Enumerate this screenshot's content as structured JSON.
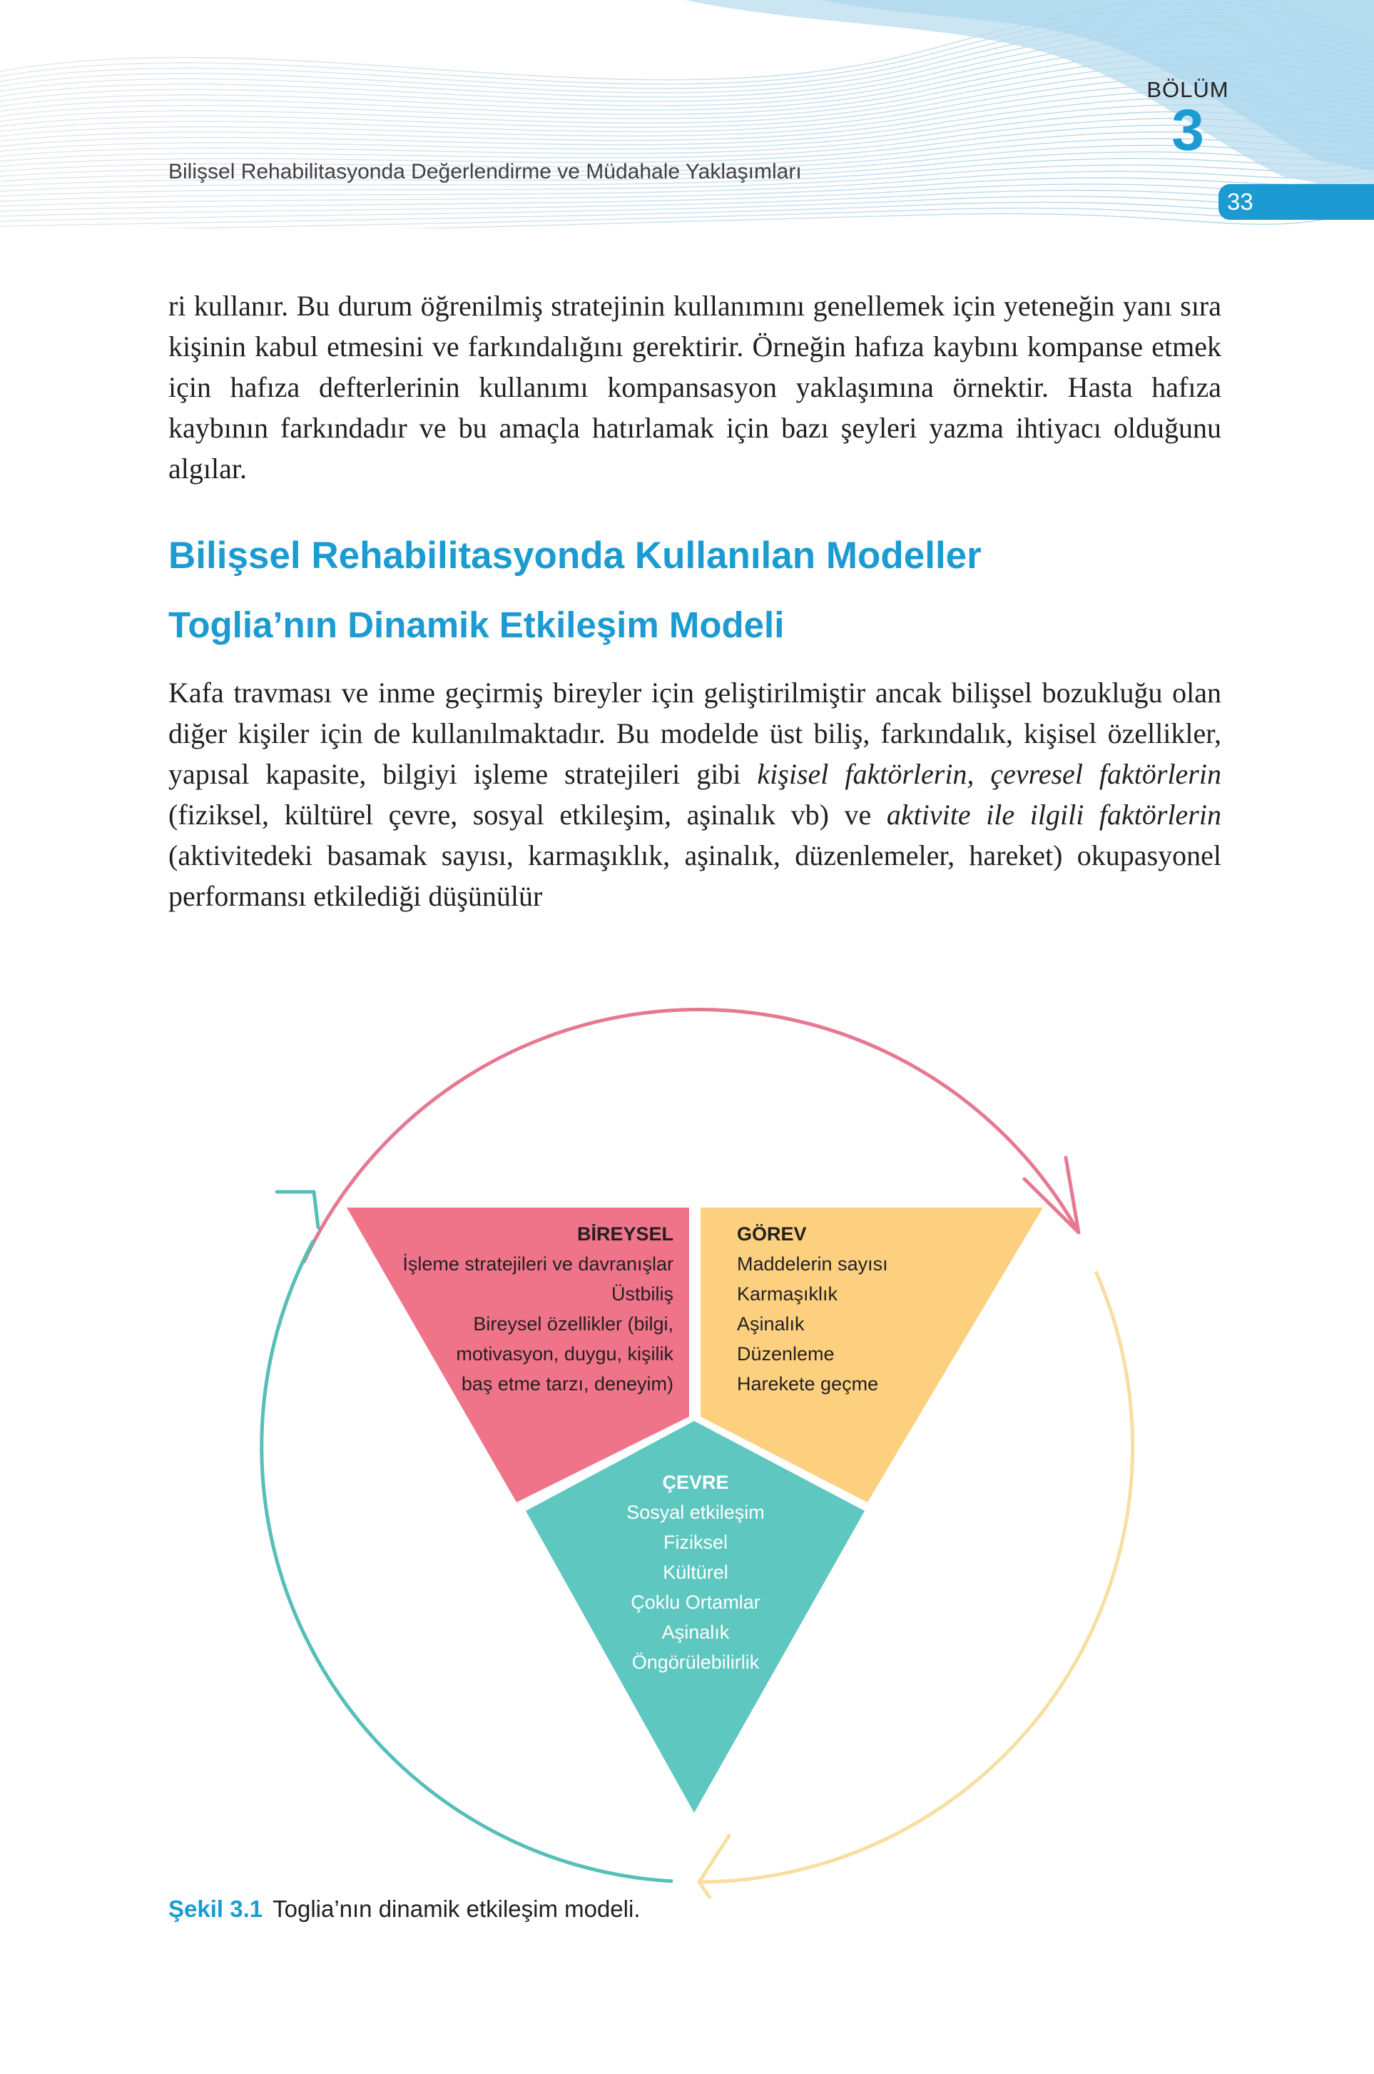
{
  "header": {
    "running_title": "Bilişsel Rehabilitasyonda Değerlendirme ve Müdahale Yaklaşımları",
    "chapter_label": "BÖLÜM",
    "chapter_number": "3",
    "page_number": "33"
  },
  "colors": {
    "accent_blue": "#1b9bd1",
    "bireysel_pink": "#f07489",
    "gorev_yellow": "#fdd080",
    "cevre_teal": "#5ec7c0",
    "arrow_pink": "#e77891",
    "arrow_yellow": "#f7dfa2",
    "arrow_teal": "#56bfb8"
  },
  "paragraph1": "ri kullanır. Bu durum öğrenilmiş stratejinin kullanımını genellemek için yeteneğin yanı sıra kişinin kabul etmesini ve farkındalığını gerektirir. Örneğin hafıza kaybını kompanse etmek için hafıza defterlerinin kullanımı kompansasyon yaklaşımına örnektir. Hasta hafıza kaybının farkındadır ve bu amaçla hatırlamak için bazı şeyleri yazma ihtiyacı olduğunu algılar.",
  "heading1": "Bilişsel Rehabilitasyonda Kullanılan Modeller",
  "heading2": "Toglia’nın Dinamik Etkileşim Modeli",
  "paragraph2": {
    "s1": "Kafa travması ve inme geçirmiş bireyler için geliştirilmiştir ancak bilişsel bozukluğu olan diğer kişiler için de kullanılmaktadır. Bu modelde üst biliş, farkındalık, kişisel özellikler, yapısal kapasite, bilgiyi işleme stratejileri gibi ",
    "e1": "kişisel faktörlerin, çevresel faktörlerin",
    "s2": " (fiziksel, kültürel çevre, sosyal etkileşim, aşinalık vb) ve ",
    "e2": "aktivite ile ilgili faktörlerin",
    "s3": " (aktivitedeki basamak sayısı, karmaşıklık, aşinalık, düzenlemeler, hareket) okupasyonel performansı etkilediği düşünülür"
  },
  "figure": {
    "bireysel": {
      "title": "BİREYSEL",
      "items": [
        "İşleme stratejileri ve davranışlar",
        "Üstbiliş",
        "Bireysel özellikler (bilgi,",
        "motivasyon, duygu, kişilik",
        "baş etme tarzı, deneyim)"
      ]
    },
    "gorev": {
      "title": "GÖREV",
      "items": [
        "Maddelerin sayısı",
        "Karmaşıklık",
        "Aşinalık",
        "Düzenleme",
        "Harekete geçme"
      ]
    },
    "cevre": {
      "title": "ÇEVRE",
      "items": [
        "Sosyal etkileşim",
        "Fiziksel",
        "Kültürel",
        "Çoklu Ortamlar",
        "Aşinalık",
        "Öngörülebilirlik"
      ]
    },
    "caption_label": "Şekil 3.1",
    "caption_text": "Toglia’nın dinamik etkileşim modeli."
  }
}
